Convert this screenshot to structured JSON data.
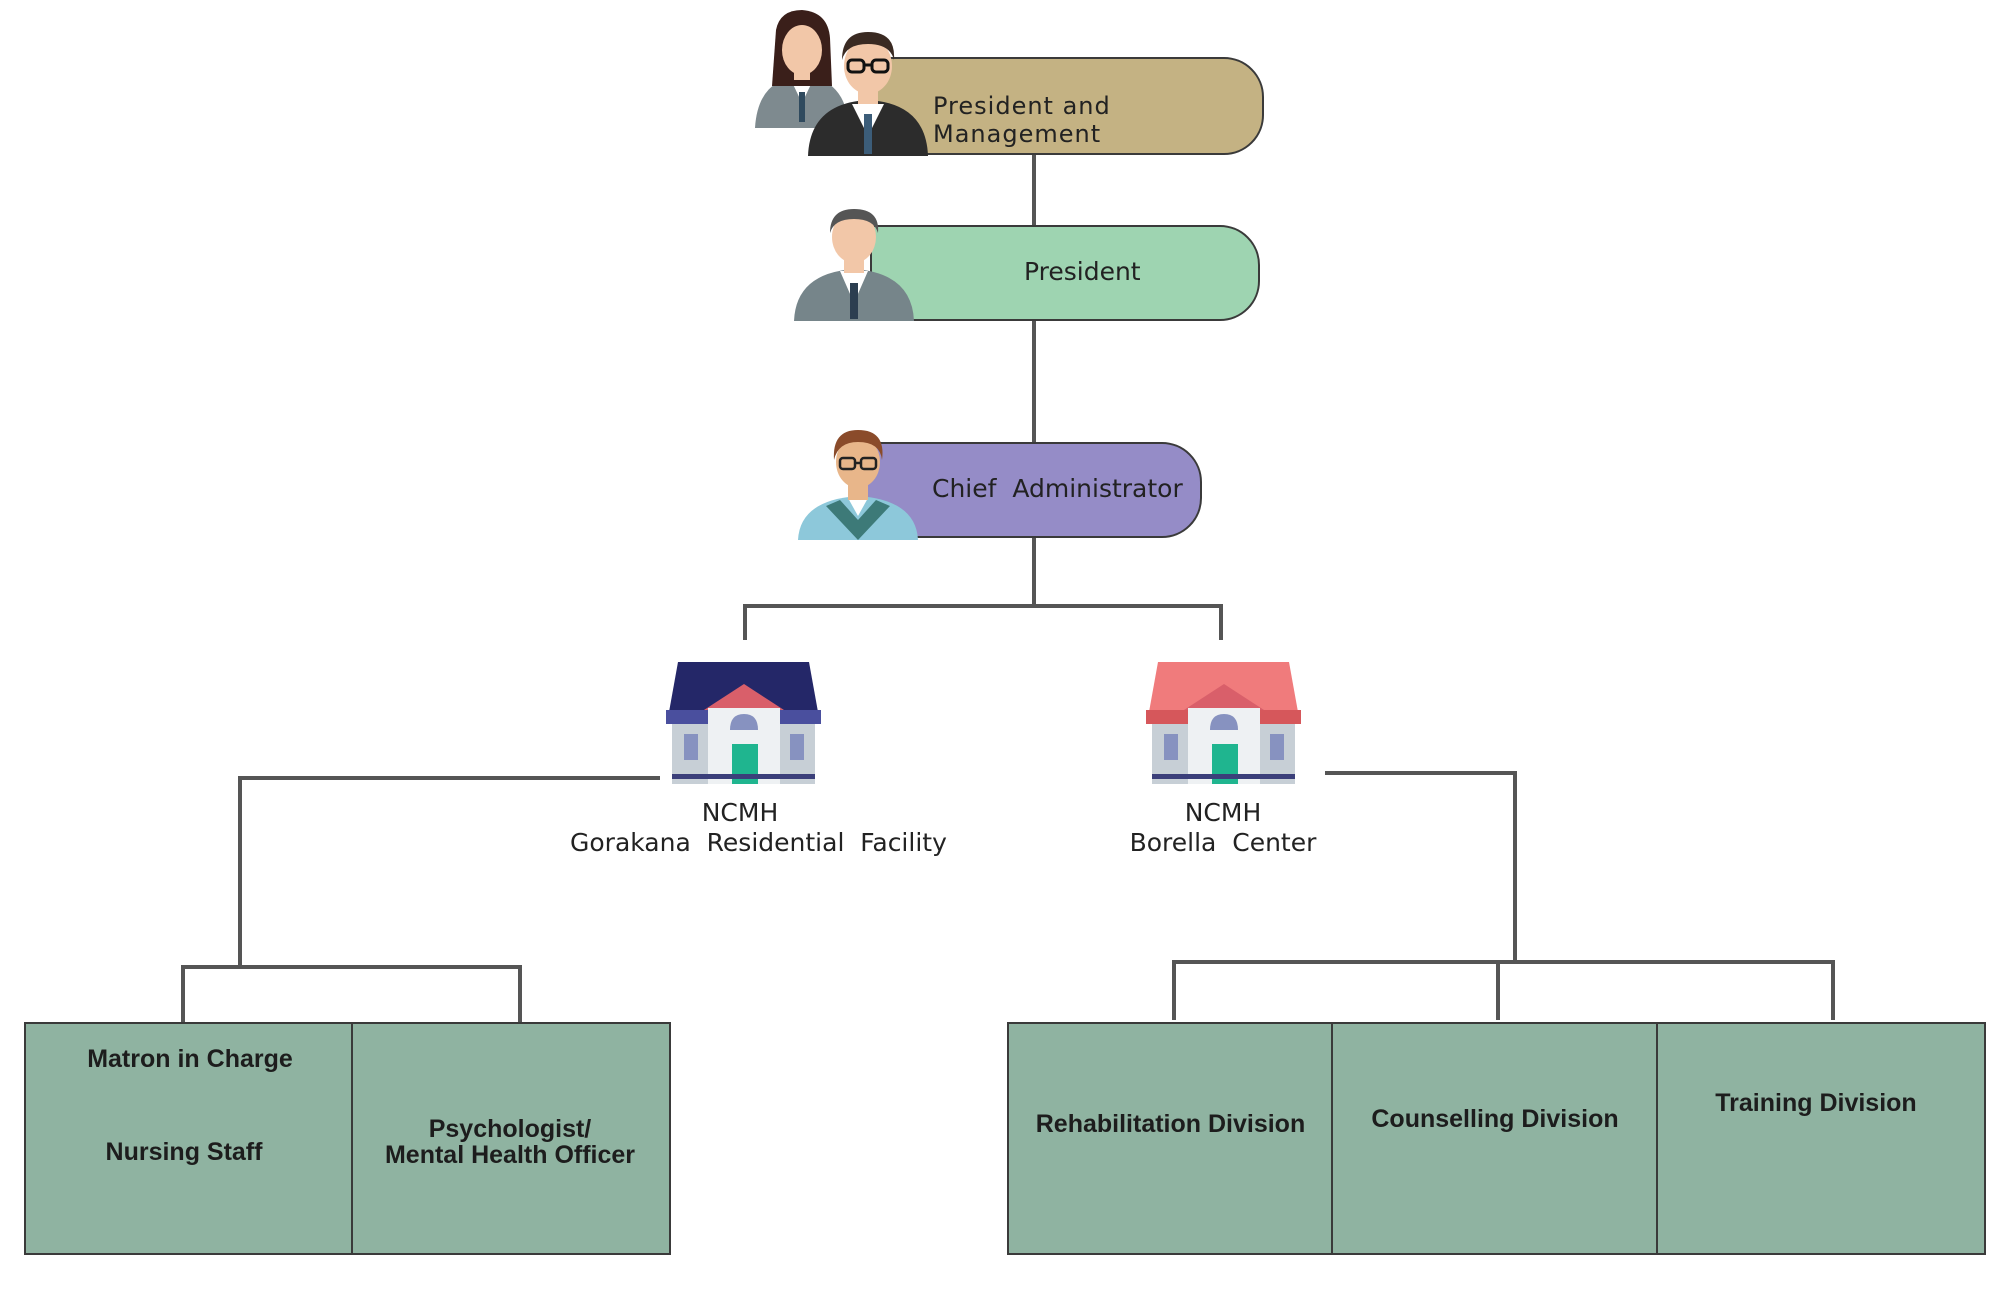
{
  "nodes": {
    "management": {
      "label": "President and Management",
      "color": "#c4b283"
    },
    "president": {
      "label": "President",
      "color": "#9ed4b1"
    },
    "chief": {
      "label": "Chief  Administrator",
      "color": "#958cc7"
    },
    "gorakana": {
      "line1": "NCMH",
      "line2": "Gorakana  Residential  Facility",
      "roof_color": "#242768"
    },
    "borella": {
      "line1": "NCMH",
      "line2": "Borella  Center",
      "roof_color": "#f07b7c"
    }
  },
  "left_boxes": {
    "matron": "Matron in Charge",
    "nursing": "Nursing Staff",
    "psychologist_line1": "Psychologist/",
    "psychologist_line2": "Mental Health Officer"
  },
  "right_boxes": {
    "rehab": "Rehabilitation Division",
    "counselling": "Counselling Division",
    "training": "Training Division"
  },
  "colors": {
    "box_fill": "#8fb3a1",
    "connector": "#555555"
  },
  "icons": [
    "people-pair-icon",
    "businessman-icon",
    "administrator-icon",
    "building-icon"
  ]
}
